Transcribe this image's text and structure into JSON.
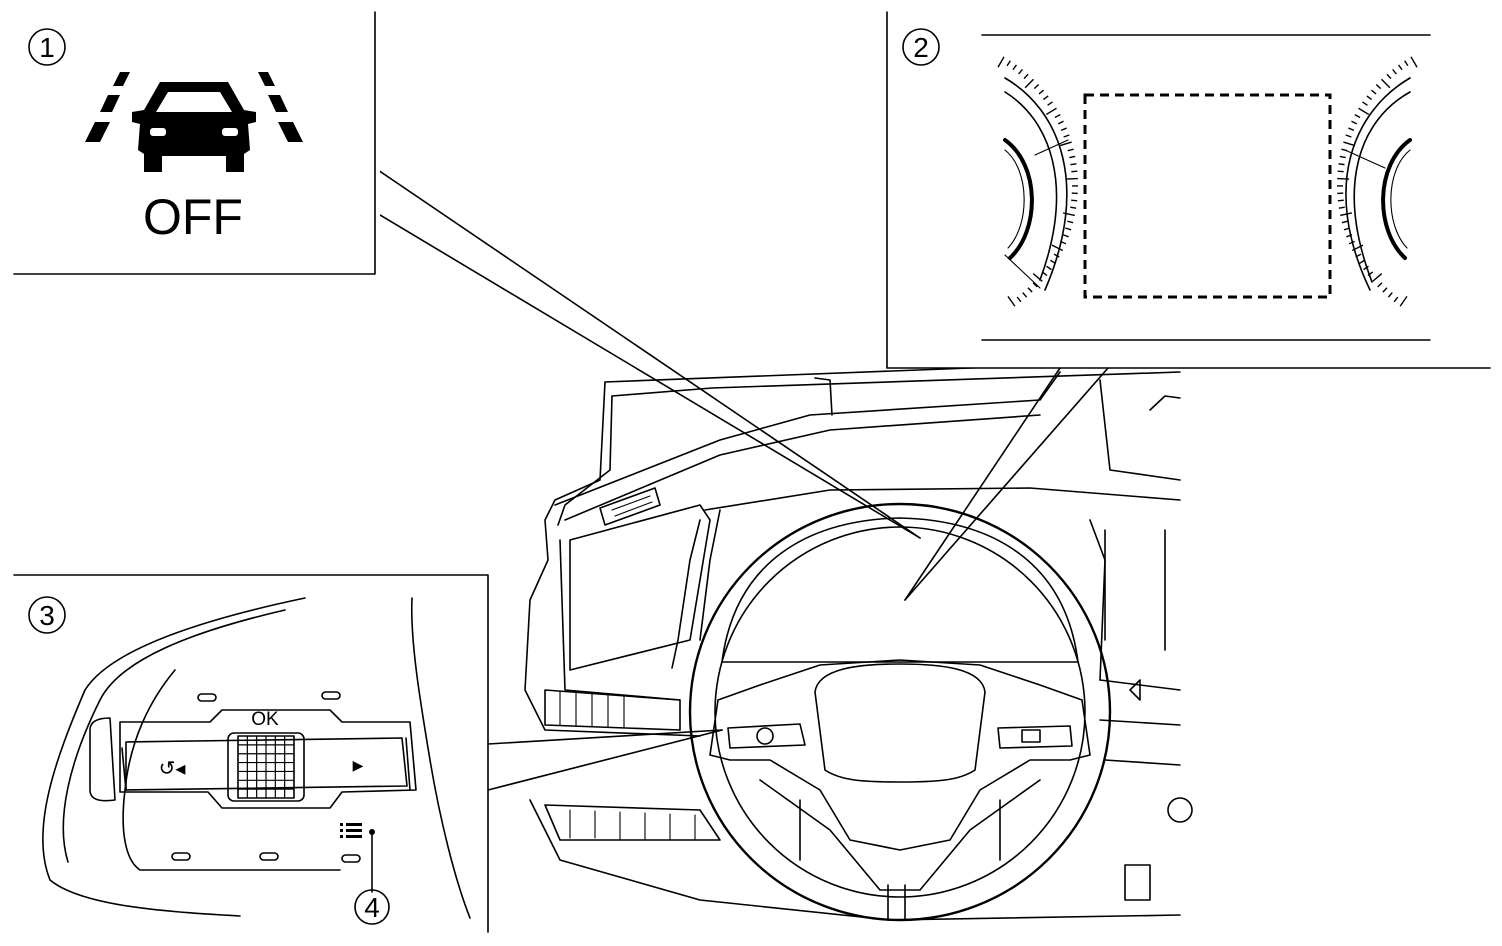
{
  "callouts": {
    "c1": "1",
    "c2": "2",
    "c3": "3",
    "c4": "4"
  },
  "panel1": {
    "icon": "lane-departure-car-icon",
    "off_text": "OFF"
  },
  "panel2": {
    "icon": "instrument-cluster-display-icon"
  },
  "panel3": {
    "ok_label": "OK",
    "back_symbol": "↺◂",
    "forward_symbol": "▶",
    "menu_icon": "menu-list-icon"
  },
  "colors": {
    "line": "#000000",
    "background": "#ffffff"
  }
}
